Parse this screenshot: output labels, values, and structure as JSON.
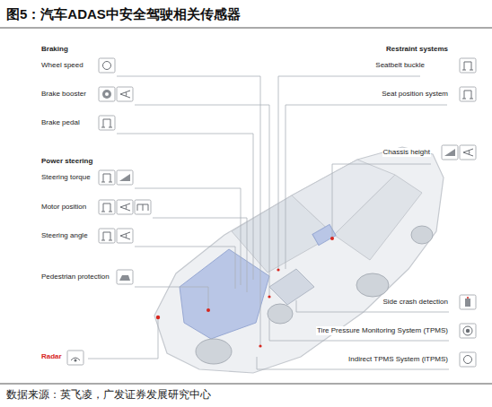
{
  "diagram": {
    "title": "图5：汽车ADAS中安全驾驶相关传感器",
    "caption": "数据来源：英飞凌，广发证券发展研究中心",
    "labels": [
      "Braking",
      "Wheel speed",
      "Brake booster",
      "Brake pedal",
      "Power steering",
      "Steering torque",
      "Motor position",
      "Steering angle",
      "Pedestrian protection",
      "Radar",
      "Restraint systems",
      "Seatbelt buckle",
      "Seat position system",
      "Chassis height",
      "Side crash detection",
      "Tire Pressure Monitoring System (TPMS)",
      "Indirect TPMS System (iTPMS)"
    ]
  }
}
